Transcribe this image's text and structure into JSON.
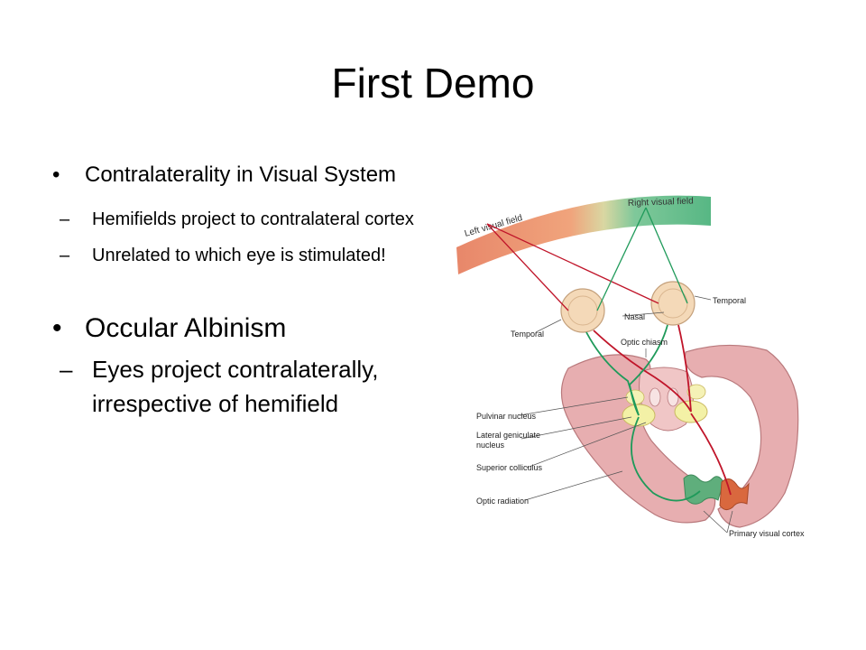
{
  "title": "First Demo",
  "bullets": [
    {
      "text": "Contralaterality in Visual System",
      "sub": [
        "Hemifields project to contralateral cortex",
        "Unrelated to which eye is stimulated!"
      ]
    },
    {
      "text": "Occular Albinism",
      "sub": [
        "Eyes project contralaterally, irrespective of hemifield"
      ]
    }
  ],
  "figure": {
    "left_field": "Left visual field",
    "right_field": "Right visual field",
    "labels": {
      "temporal_right": "Temporal",
      "nasal": "Nasal",
      "temporal_left": "Temporal",
      "optic_chiasm": "Optic chiasm",
      "pulvinar": "Pulvinar nucleus",
      "lgn_line1": "Lateral geniculate",
      "lgn_line2": "nucleus",
      "superior_colliculus": "Superior colliculus",
      "optic_radiation": "Optic radiation",
      "primary_visual_cortex": "Primary visual cortex"
    },
    "colors": {
      "left_pathway": "#c0152a",
      "right_pathway": "#1f9a5a",
      "brain": "#e7aeb0",
      "eye": "#f4d9b8"
    }
  }
}
